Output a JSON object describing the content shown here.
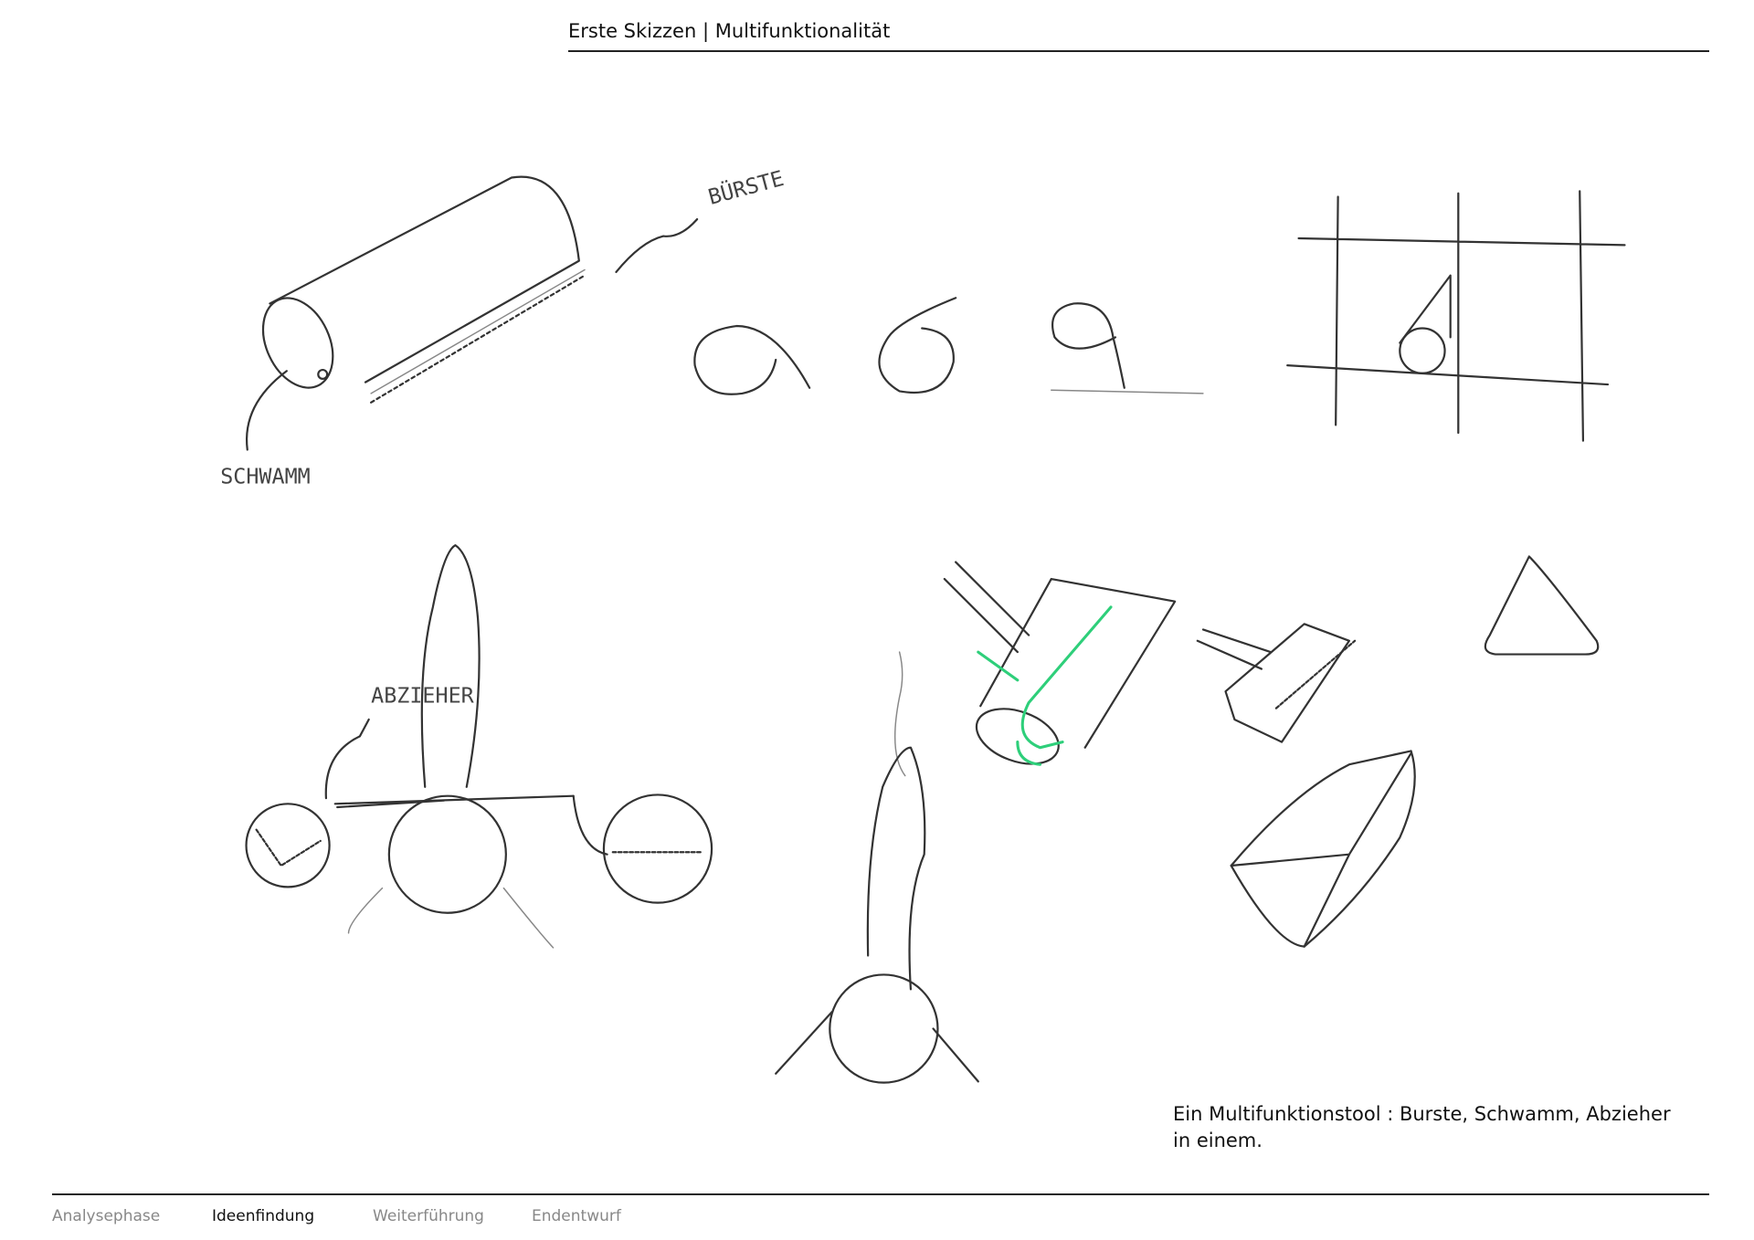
{
  "header": {
    "title": "Erste Skizzen | Multifunktionalität"
  },
  "sketch_labels": {
    "brush": "BÜRSTE",
    "sponge": "SCHWAMM",
    "squeegee": "ABZIEHER"
  },
  "caption": {
    "line1": "Ein Multifunktionstool : Burste, Schwamm, Abzieher",
    "line2": "in einem."
  },
  "footer": {
    "nav": [
      {
        "label": "Analysephase",
        "active": false
      },
      {
        "label": "Ideenfindung",
        "active": true
      },
      {
        "label": "Weiterführung",
        "active": false
      },
      {
        "label": "Endentwurf",
        "active": false
      }
    ]
  },
  "colors": {
    "accent_green": "#2ecf7a",
    "rule": "#222222"
  }
}
